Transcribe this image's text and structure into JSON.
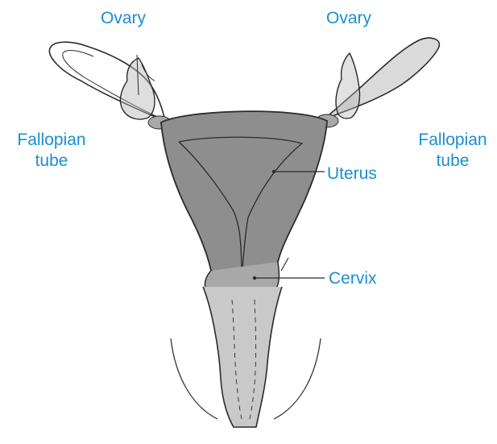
{
  "colors": {
    "label": "#1a8fd0",
    "ink": "#2a2a2a",
    "uterus_fill": "#8e8e8e",
    "vagina_fill": "#c9c9c9",
    "ovary_fill": "#b5b5b5"
  },
  "labels": {
    "ovary_left": "Ovary",
    "ovary_right": "Ovary",
    "fallopian_left_line1": "Fallopian",
    "fallopian_left_line2": "tube",
    "fallopian_right_line1": "Fallopian",
    "fallopian_right_line2": "tube",
    "uterus": "Uterus",
    "cervix": "Cervix"
  }
}
